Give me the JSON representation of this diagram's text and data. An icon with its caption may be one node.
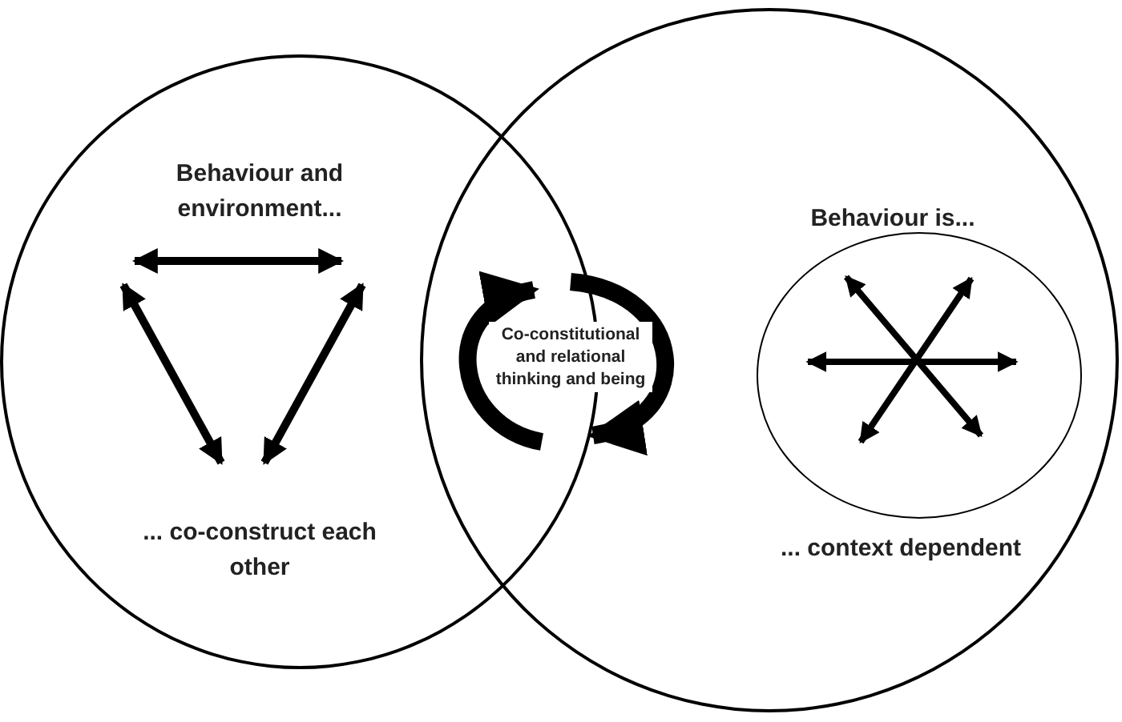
{
  "diagram": {
    "nodes": [
      {
        "text": [
          "Behaviour and environment...",
          "... co-construct each other"
        ]
      },
      {
        "text": [
          "Behaviour is...",
          "... context dependent"
        ]
      },
      {
        "text": [],
        "shape": "circle",
        "in": 1
      }
    ],
    "edges": [],
    "labels": [
      "Co-constitutional and relational thinking and being"
    ]
  }
}
